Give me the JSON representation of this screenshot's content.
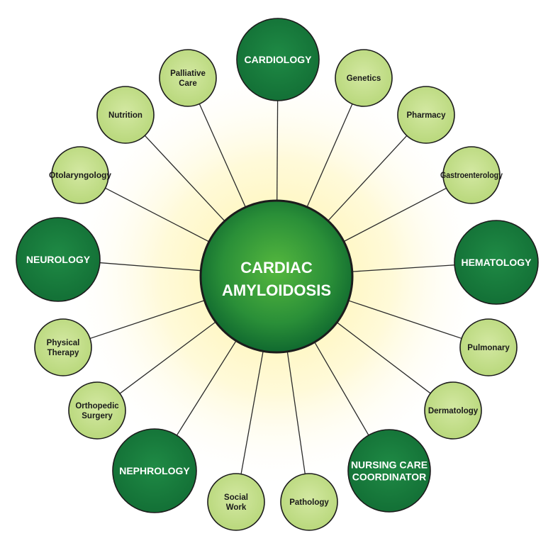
{
  "center": {
    "lines": [
      "CARDIAC",
      "AMYLOIDOSIS"
    ]
  },
  "nodes": [
    {
      "id": "cardiology",
      "lines": [
        "CARDIOLOGY"
      ],
      "kind": "major"
    },
    {
      "id": "genetics",
      "lines": [
        "Genetics"
      ],
      "kind": "minor"
    },
    {
      "id": "pharmacy",
      "lines": [
        "Pharmacy"
      ],
      "kind": "minor"
    },
    {
      "id": "gastroenterology",
      "lines": [
        "Gastroenterology"
      ],
      "kind": "minor"
    },
    {
      "id": "hematology",
      "lines": [
        "HEMATOLOGY"
      ],
      "kind": "major"
    },
    {
      "id": "pulmonary",
      "lines": [
        "Pulmonary"
      ],
      "kind": "minor"
    },
    {
      "id": "dermatology",
      "lines": [
        "Dermatology"
      ],
      "kind": "minor"
    },
    {
      "id": "nursing-care-coordinator",
      "lines": [
        "NURSING CARE",
        "COORDINATOR"
      ],
      "kind": "major"
    },
    {
      "id": "pathology",
      "lines": [
        "Pathology"
      ],
      "kind": "minor"
    },
    {
      "id": "social-work",
      "lines": [
        "Social",
        "Work"
      ],
      "kind": "minor"
    },
    {
      "id": "nephrology",
      "lines": [
        "NEPHROLOGY"
      ],
      "kind": "major"
    },
    {
      "id": "orthopedic-surgery",
      "lines": [
        "Orthopedic",
        "Surgery"
      ],
      "kind": "minor"
    },
    {
      "id": "physical-therapy",
      "lines": [
        "Physical",
        "Therapy"
      ],
      "kind": "minor"
    },
    {
      "id": "neurology",
      "lines": [
        "NEUROLOGY"
      ],
      "kind": "major"
    },
    {
      "id": "otolaryngology",
      "lines": [
        "Otolaryngology"
      ],
      "kind": "minor"
    },
    {
      "id": "nutrition",
      "lines": [
        "Nutrition"
      ],
      "kind": "minor"
    },
    {
      "id": "palliative-care",
      "lines": [
        "Palliative",
        "Care"
      ],
      "kind": "minor"
    }
  ],
  "colors": {
    "major_fill": "#157a3c",
    "minor_fill": "#c4df8a",
    "center_inner": "#4cae3a",
    "center_outer": "#10692f",
    "outline": "#1c1c1c",
    "glow": "#fff6b0"
  }
}
